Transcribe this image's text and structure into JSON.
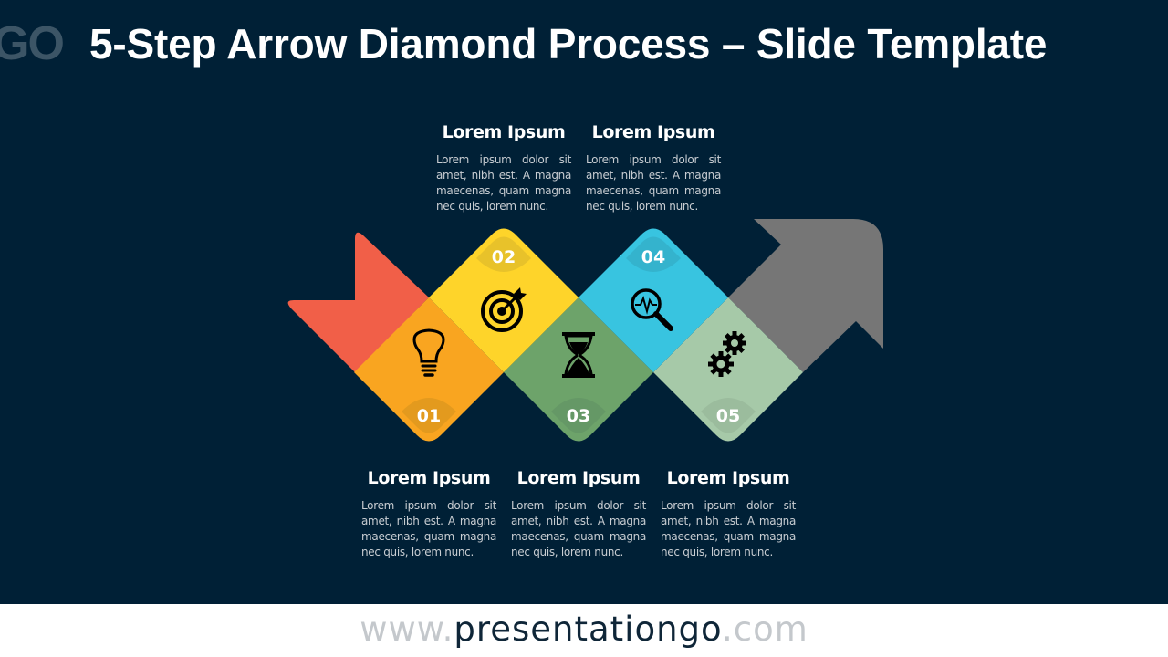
{
  "header": {
    "logo_partial": "GO",
    "title": "5-Step Arrow Diamond Process – Slide Template"
  },
  "colors": {
    "background": "#002036",
    "start_ribbon": "#f15f48",
    "end_arrow": "#767676",
    "step1": "#f9a520",
    "step2": "#fed42a",
    "step3": "#6da36a",
    "step4": "#38c4e0",
    "step5": "#a6c9a8"
  },
  "steps": [
    {
      "number": "01",
      "icon": "lightbulb-icon",
      "heading": "Lorem Ipsum",
      "text": "Lorem ipsum dolor sit amet, nibh est. A magna maecenas, quam magna nec quis, lorem nunc."
    },
    {
      "number": "02",
      "icon": "target-icon",
      "heading": "Lorem Ipsum",
      "text": "Lorem ipsum dolor sit amet, nibh est. A magna maecenas, quam magna nec quis, lorem nunc."
    },
    {
      "number": "03",
      "icon": "hourglass-icon",
      "heading": "Lorem Ipsum",
      "text": "Lorem ipsum dolor sit amet, nibh est. A magna maecenas, quam magna nec quis, lorem nunc."
    },
    {
      "number": "04",
      "icon": "magnifier-pulse-icon",
      "heading": "Lorem Ipsum",
      "text": "Lorem ipsum dolor sit amet, nibh est. A magna maecenas, quam magna nec quis, lorem nunc."
    },
    {
      "number": "05",
      "icon": "gears-icon",
      "heading": "Lorem Ipsum",
      "text": "Lorem ipsum dolor sit amet, nibh est. A magna maecenas, quam magna nec quis, lorem nunc."
    }
  ],
  "footer": {
    "url_prefix": "www.",
    "url_main": "presentationgo",
    "url_suffix": ".com"
  }
}
